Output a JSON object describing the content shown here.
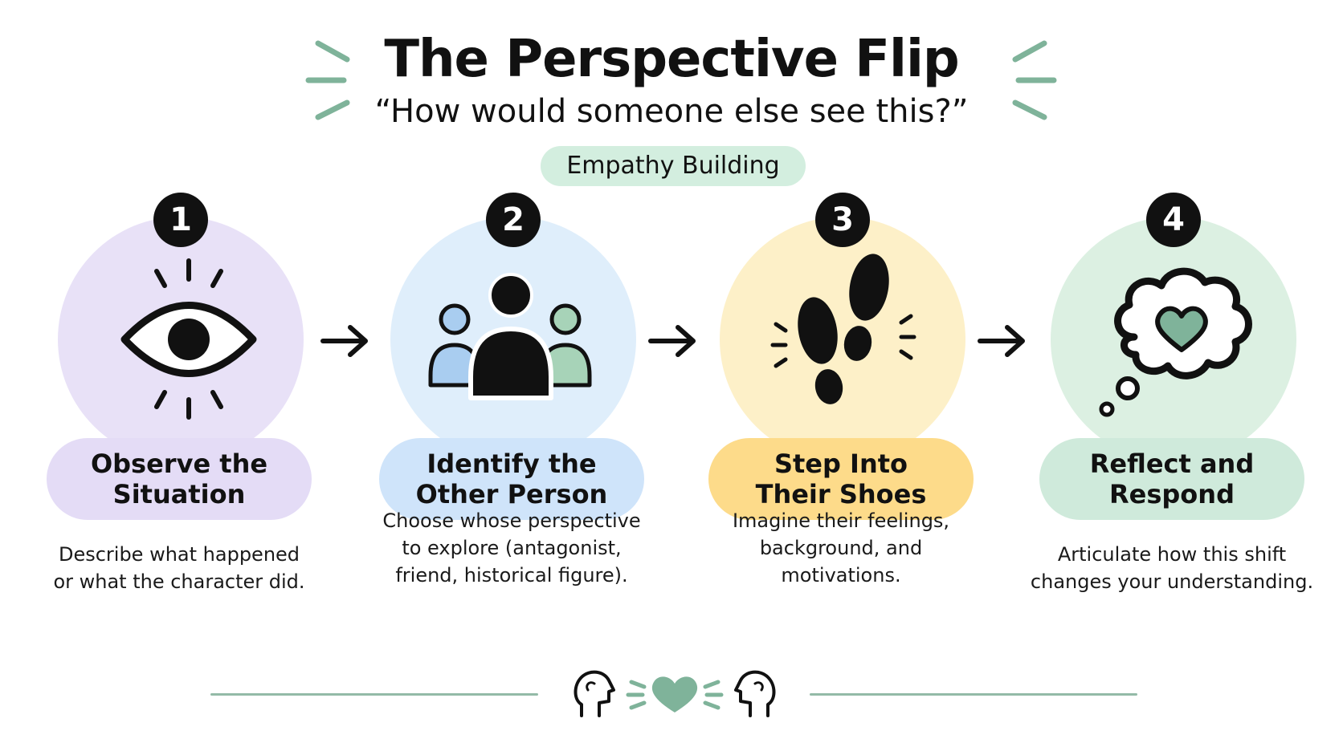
{
  "title": "The Perspective Flip",
  "subtitle": "“How would someone else see this?”",
  "badge": "Empathy Building",
  "colors": {
    "step1": "#e8e1f7",
    "step1_pill": "#e4dcf6",
    "step2": "#dfeefb",
    "step2_pill": "#cfe4fa",
    "step3": "#fdf0c8",
    "step3_pill": "#fddb8a",
    "step4": "#dcf0e2",
    "step4_pill": "#cfeadb",
    "accent_green": "#7fb39a",
    "ink": "#111111"
  },
  "steps": [
    {
      "number": "1",
      "icon": "eye-icon",
      "title_lines": [
        "Observe the",
        "Situation"
      ],
      "desc_lines": [
        "Describe what happened",
        "or what the character did."
      ]
    },
    {
      "number": "2",
      "icon": "people-icon",
      "title_lines": [
        "Identify the",
        "Other Person"
      ],
      "desc_lines": [
        "Choose whose perspective",
        "to explore (antagonist,",
        "friend, historical figure)."
      ]
    },
    {
      "number": "3",
      "icon": "footprints-icon",
      "title_lines": [
        "Step Into",
        "Their Shoes"
      ],
      "desc_lines": [
        "Imagine their feelings,",
        "background, and",
        "motivations."
      ]
    },
    {
      "number": "4",
      "icon": "thought-heart-icon",
      "title_lines": [
        "Reflect and",
        "Respond"
      ],
      "desc_lines": [
        "Articulate how this shift",
        "changes your understanding."
      ]
    }
  ],
  "footer": {
    "icons": [
      "head-left-icon",
      "heart-icon",
      "head-right-icon"
    ]
  }
}
